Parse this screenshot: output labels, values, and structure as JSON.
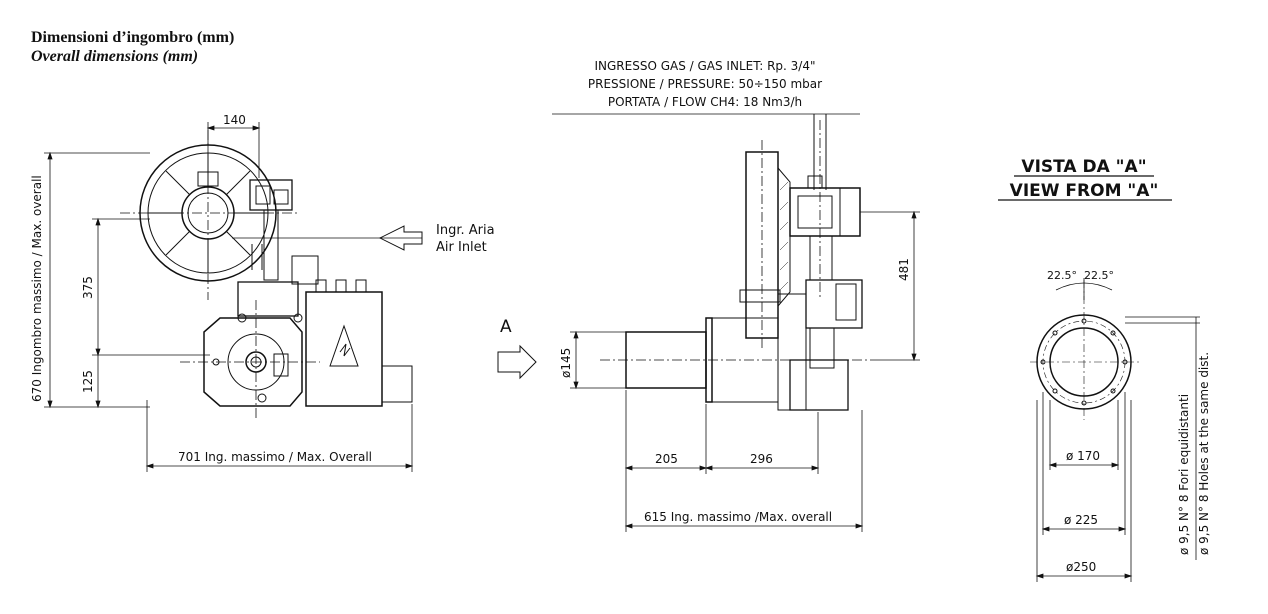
{
  "header": {
    "title_it": "Dimensioni d’ingombro (mm)",
    "title_en": "Overall dimensions (mm)"
  },
  "gas_info": {
    "line1": "INGRESSO GAS / GAS INLET: Rp. 3/4\"",
    "line2": "PRESSIONE / PRESSURE: 50÷150 mbar",
    "line3": "PORTATA / FLOW CH4: 18 Nm3/h"
  },
  "front_view": {
    "dim_top": "140",
    "dim_height_overall": "670 Ingombro massimo / Max. overall",
    "dim_375": "375",
    "dim_125": "125",
    "dim_width_overall": "701 Ing. massimo / Max. Overall",
    "air_inlet_it": "Ingr. Aria",
    "air_inlet_en": "Air Inlet"
  },
  "side_view": {
    "arrow_label": "A",
    "dim_dia_145": "ø145",
    "dim_205": "205",
    "dim_296": "296",
    "dim_481": "481",
    "dim_length_overall": "615 Ing. massimo /Max. overall"
  },
  "view_a": {
    "title_it": "VISTA DA \"A\"",
    "title_en": "VIEW FROM  \"A\"",
    "angle_1": "22.5°",
    "angle_2": "22.5°",
    "dim_170": "ø 170",
    "dim_225": "ø 225",
    "dim_250": "ø250",
    "holes_it": "ø 9,5 N° 8 Fori equidistanti",
    "holes_en": "ø 9,5 N° 8 Holes at the same dist."
  }
}
